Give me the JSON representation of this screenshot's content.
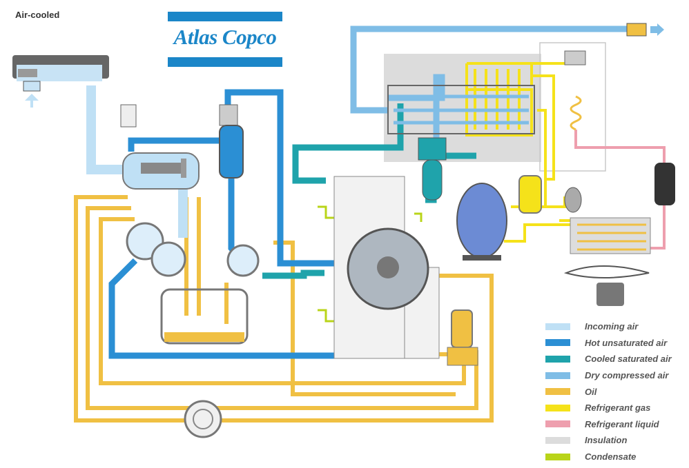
{
  "header": {
    "subtitle": "Air-cooled"
  },
  "logo": {
    "text": "Atlas Copco",
    "color": "#1b86c8"
  },
  "legend": {
    "items": [
      {
        "label": "Incoming air",
        "color": "#bfe0f5",
        "key": "incoming-air"
      },
      {
        "label": "Hot unsaturated air",
        "color": "#2b8fd4",
        "key": "hot-unsaturated-air"
      },
      {
        "label": "Cooled saturated air",
        "color": "#1fa3ab",
        "key": "cooled-saturated-air"
      },
      {
        "label": "Dry compressed air",
        "color": "#7fbde6",
        "key": "dry-compressed-air"
      },
      {
        "label": "Oil",
        "color": "#f0c043",
        "key": "oil"
      },
      {
        "label": "Refrigerant gas",
        "color": "#f5e21a",
        "key": "refrigerant-gas"
      },
      {
        "label": "Refrigerant liquid",
        "color": "#ee9fae",
        "key": "refrigerant-liquid"
      },
      {
        "label": "Insulation",
        "color": "#dcdcdc",
        "key": "insulation"
      },
      {
        "label": "Condensate",
        "color": "#b9d419",
        "key": "condensate"
      }
    ]
  }
}
